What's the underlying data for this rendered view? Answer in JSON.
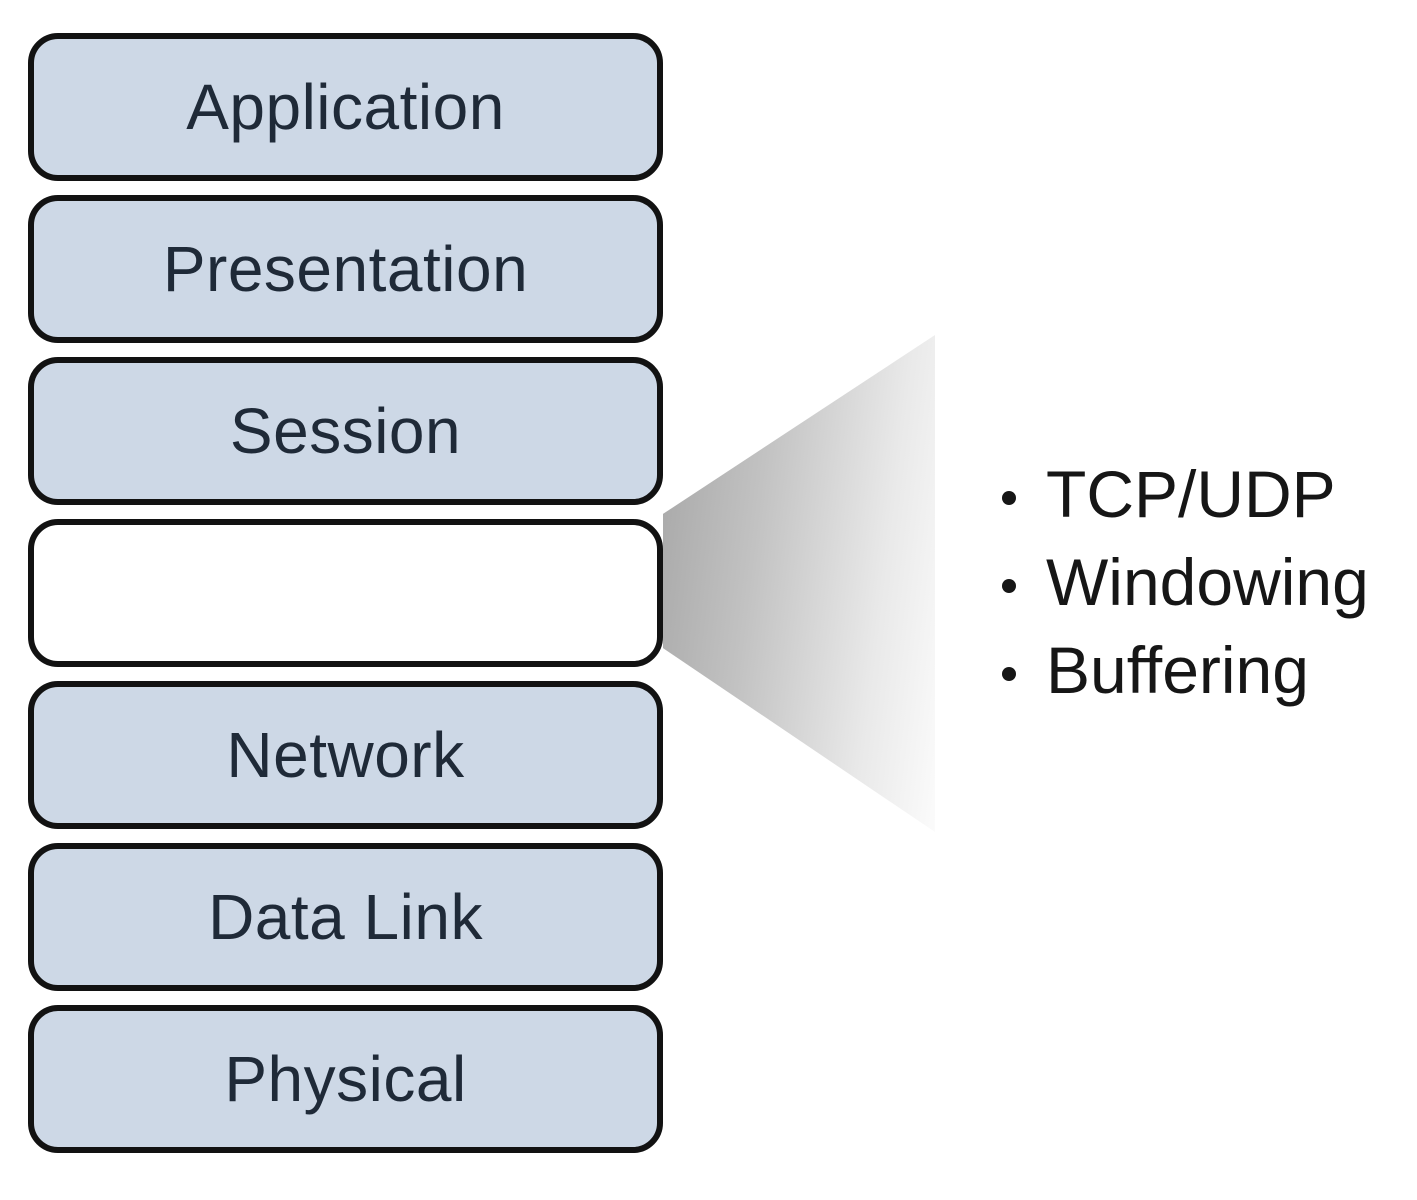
{
  "diagram": {
    "type": "osi-layer-stack-with-callout",
    "layers": [
      {
        "label": "Application",
        "filled": true
      },
      {
        "label": "Presentation",
        "filled": true
      },
      {
        "label": "Session",
        "filled": true
      },
      {
        "label": "",
        "filled": false
      },
      {
        "label": "Network",
        "filled": true
      },
      {
        "label": "Data Link",
        "filled": true
      },
      {
        "label": "Physical",
        "filled": true
      }
    ],
    "callout": {
      "bullets": [
        "TCP/UDP",
        "Windowing",
        "Buffering"
      ]
    },
    "colors": {
      "layer_fill": "#cdd8e6",
      "blank_layer_fill": "#ffffff",
      "layer_border": "#121212",
      "layer_text": "#1f2a38",
      "wedge_dark": "#a6a6a6",
      "wedge_light": "#fbfbfb",
      "bullet_text": "#161616"
    }
  }
}
